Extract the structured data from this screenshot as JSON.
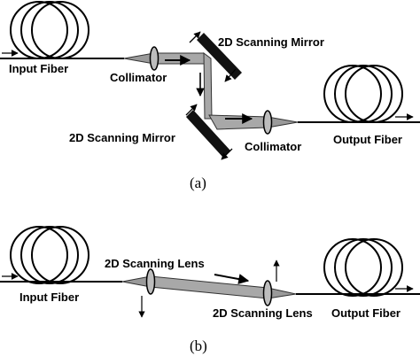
{
  "panel_a": {
    "caption": "(a)",
    "input_fiber": "Input Fiber",
    "output_fiber": "Output Fiber",
    "collimator_1": "Collimator",
    "collimator_2": "Collimator",
    "mirror_1": "2D Scanning Mirror",
    "mirror_2": "2D Scanning Mirror"
  },
  "panel_b": {
    "caption": "(b)",
    "input_fiber": "Input Fiber",
    "output_fiber": "Output Fiber",
    "lens_1": "2D Scanning Lens",
    "lens_2": "2D Scanning Lens"
  }
}
